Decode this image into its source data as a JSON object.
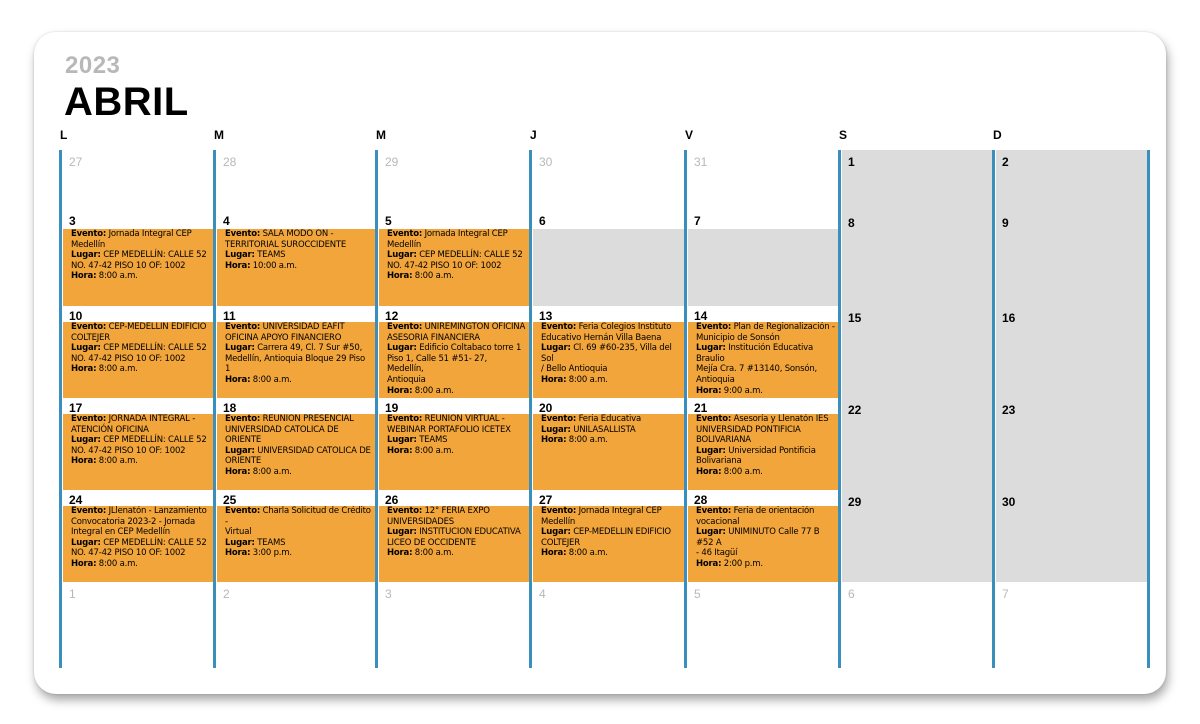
{
  "year": "2023",
  "month": "ABRIL",
  "weekdays": [
    "L",
    "M",
    "M",
    "J",
    "V",
    "S",
    "D"
  ],
  "weeks": [
    [
      {
        "num": "27",
        "faded": true
      },
      {
        "num": "28",
        "faded": true
      },
      {
        "num": "29",
        "faded": true
      },
      {
        "num": "30",
        "faded": true
      },
      {
        "num": "31",
        "faded": true
      },
      {
        "num": "1",
        "weekend": true
      },
      {
        "num": "2",
        "weekend": true
      }
    ],
    [
      {
        "num": "3",
        "event": [
          "Evento: Jornada Integral CEP",
          "Medellín",
          "Lugar: CEP MEDELLÍN: CALLE 52",
          "NO. 47-42 PISO 10 OF: 1002",
          "Hora: 8:00 a.m."
        ]
      },
      {
        "num": "4",
        "event": [
          "Evento: SALA MODO ON -",
          "TERRITORIAL SUROCCIDENTE",
          "Lugar: TEAMS",
          "Hora: 10:00 a.m."
        ]
      },
      {
        "num": "5",
        "event": [
          "Evento: Jornada Integral CEP",
          "Medellín",
          "Lugar: CEP MEDELLÍN: CALLE 52",
          "NO. 47-42 PISO 10 OF: 1002",
          "Hora: 8:00 a.m."
        ]
      },
      {
        "num": "6",
        "gray": true
      },
      {
        "num": "7",
        "gray": true
      },
      {
        "num": "8",
        "weekend": true
      },
      {
        "num": "9",
        "weekend": true
      }
    ],
    [
      {
        "num": "10",
        "event": [
          "Evento: CEP-MEDELLIN EDIFICIO",
          "COLTEJER",
          "Lugar: CEP MEDELLÍN: CALLE 52",
          "NO. 47-42 PISO 10 OF: 1002",
          "Hora: 8:00 a.m."
        ]
      },
      {
        "num": "11",
        "event": [
          "Evento: UNIVERSIDAD EAFIT",
          "OFICINA APOYO FINANCIERO",
          "Lugar: Carrera 49, Cl. 7 Sur #50,",
          "Medellín, Antioquia Bloque 29 Piso 1",
          "Hora: 8:00 a.m."
        ]
      },
      {
        "num": "12",
        "event": [
          "Evento: UNIREMINGTON OFICINA",
          "ASESORIA FINANCIERA",
          "Lugar: Edificio Coltabaco torre 1",
          "Piso 1, Calle 51 #51- 27, Medellín,",
          "Antioquia",
          "Hora: 8:00 a.m."
        ]
      },
      {
        "num": "13",
        "event": [
          "Evento: Feria Colegios Instituto",
          "Educativo Hernán Villa Baena",
          "Lugar: Cl. 69 #60-235, Villa del Sol",
          "/ Bello Antioquia",
          "Hora: 8:00 a.m."
        ]
      },
      {
        "num": "14",
        "event": [
          "Evento: Plan de Regionalización -",
          "Municipio de Sonsón",
          "Lugar: Institución Educativa Braulio",
          "Mejía Cra. 7 #13140, Sonsón,",
          "Antioquia",
          "Hora: 9:00 a.m."
        ]
      },
      {
        "num": "15",
        "weekend": true
      },
      {
        "num": "16",
        "weekend": true
      }
    ],
    [
      {
        "num": "17",
        "event": [
          "Evento: JORNADA INTEGRAL -",
          "ATENCIÓN OFICINA",
          "Lugar: CEP MEDELLÍN: CALLE 52",
          "NO. 47-42 PISO 10 OF: 1002",
          "Hora: 8:00 a.m."
        ]
      },
      {
        "num": "18",
        "event": [
          "Evento: REUNIÓN PRESENCIAL",
          "UNIVERSIDAD CATOLICA DE ORIENTE",
          "Lugar: UNIVERSIDAD CATOLICA DE",
          "ORIENTE",
          "Hora: 8:00 a.m."
        ]
      },
      {
        "num": "19",
        "event": [
          "Evento: REUNIÓN VIRTUAL -",
          "WEBINAR PORTAFOLIO ICETEX",
          "Lugar: TEAMS",
          "Hora: 8:00 a.m."
        ]
      },
      {
        "num": "20",
        "event": [
          "Evento: Feria Educativa",
          "Lugar: UNILASALLISTA",
          "Hora: 8:00 a.m."
        ]
      },
      {
        "num": "21",
        "event": [
          "Evento: Asesoría y Llenatón IES",
          "UNIVERSIDAD PONTIFICIA",
          "BOLIVARIANA",
          "Lugar: Universidad Pontificia",
          "Bolivariana",
          "Hora: 8:00 a.m."
        ]
      },
      {
        "num": "22",
        "weekend": true
      },
      {
        "num": "23",
        "weekend": true
      }
    ],
    [
      {
        "num": "24",
        "event": [
          "Evento: JLlenatón - Lanzamiento",
          "Convocatoria 2023-2 - Jornada",
          "Integral en CEP Medellín",
          "Lugar: CEP MEDELLÍN: CALLE 52",
          "NO. 47-42 PISO 10 OF: 1002",
          "Hora: 8:00 a.m."
        ]
      },
      {
        "num": "25",
        "event": [
          "Evento: Charla Solicitud de Crédito -",
          "Virtual",
          "Lugar: TEAMS",
          "Hora: 3:00 p.m."
        ]
      },
      {
        "num": "26",
        "event": [
          "Evento: 12° FERIA EXPO",
          "UNIVERSIDADES",
          "Lugar: INSTITUCION EDUCATIVA",
          "LICEO DE OCCIDENTE",
          "Hora: 8:00 a.m."
        ]
      },
      {
        "num": "27",
        "event": [
          "Evento: Jornada Integral CEP",
          "Medellín",
          "Lugar: CEP-MEDELLIN EDIFICIO",
          "COLTEJER",
          "Hora: 8:00 a.m."
        ]
      },
      {
        "num": "28",
        "event": [
          "Evento: Feria de orientación",
          "vocacional",
          "Lugar: UNIMINUTO Calle 77 B #52 A",
          "- 46 Itagüí",
          "Hora: 2:00 p.m."
        ]
      },
      {
        "num": "29",
        "weekend": true
      },
      {
        "num": "30",
        "weekend": true
      }
    ],
    [
      {
        "num": "1",
        "faded": true
      },
      {
        "num": "2",
        "faded": true
      },
      {
        "num": "3",
        "faded": true
      },
      {
        "num": "4",
        "faded": true
      },
      {
        "num": "5",
        "faded": true
      },
      {
        "num": "6",
        "faded": true
      },
      {
        "num": "7",
        "faded": true
      }
    ]
  ],
  "colors": {
    "event": "#f2a53a",
    "weekend": "#dcdcdc",
    "divider": "#3a8fbd",
    "faded": "#b8b8b8"
  }
}
